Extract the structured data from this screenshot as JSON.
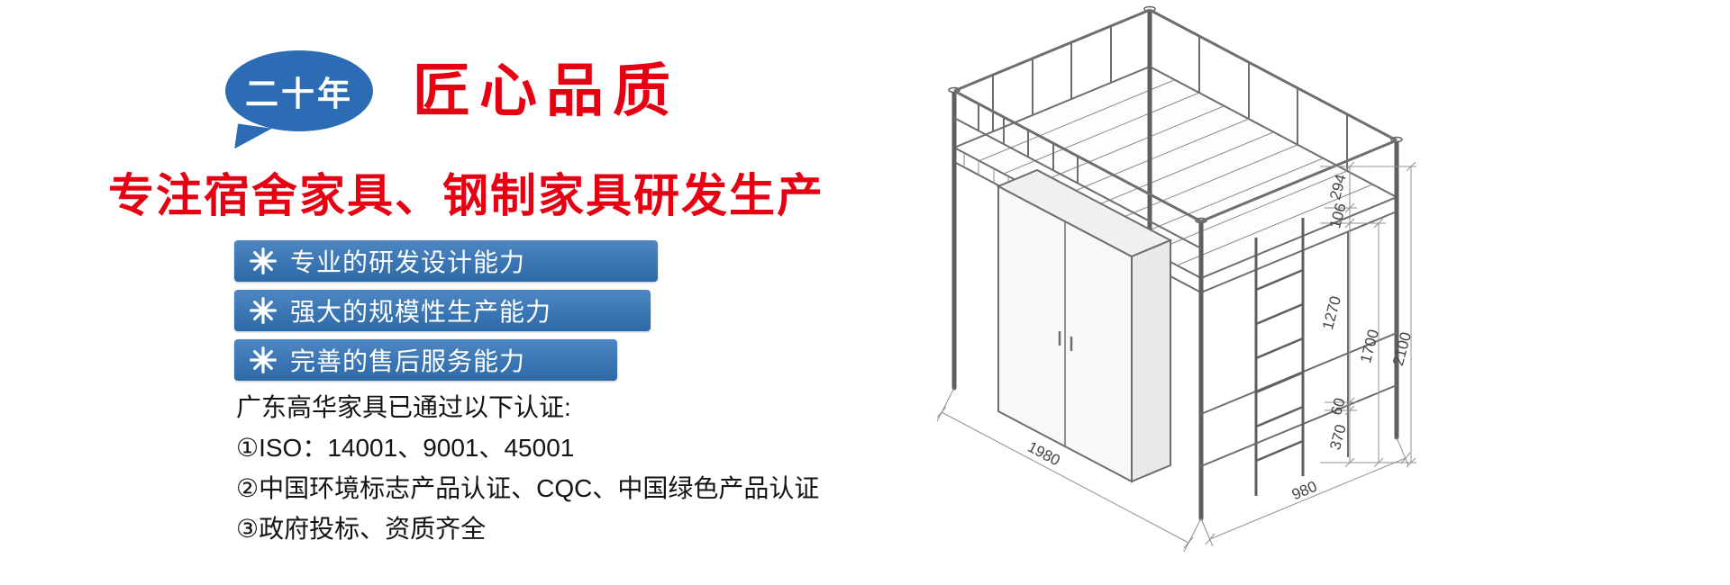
{
  "hero": {
    "badge": "二十年",
    "title": "匠心品质",
    "subtitle": "专注宿舍家具、钢制家具研发生产",
    "features": [
      {
        "label": "专业的研发设计能力"
      },
      {
        "label": "强大的规模性生产能力"
      },
      {
        "label": "完善的售后服务能力"
      }
    ],
    "certs_heading": "广东高华家具已通过以下认证:",
    "certs": [
      "①ISO：14001、9001、45001",
      "②中国环境标志产品认证、CQC、中国绿色产品认证",
      "③政府投标、资质齐全"
    ]
  },
  "colors": {
    "accent_red": "#e60012",
    "bubble_blue": "#2b6cb5",
    "bar_blue": "#3a76b3",
    "drawing_gray": "#6e6e6e"
  },
  "diagram": {
    "dims": {
      "h294": "294",
      "h106": "106",
      "h1270": "1270",
      "h1700": "1700",
      "h2100": "2100",
      "h60": "60",
      "h370": "370",
      "l1980": "1980",
      "w980": "980"
    }
  }
}
